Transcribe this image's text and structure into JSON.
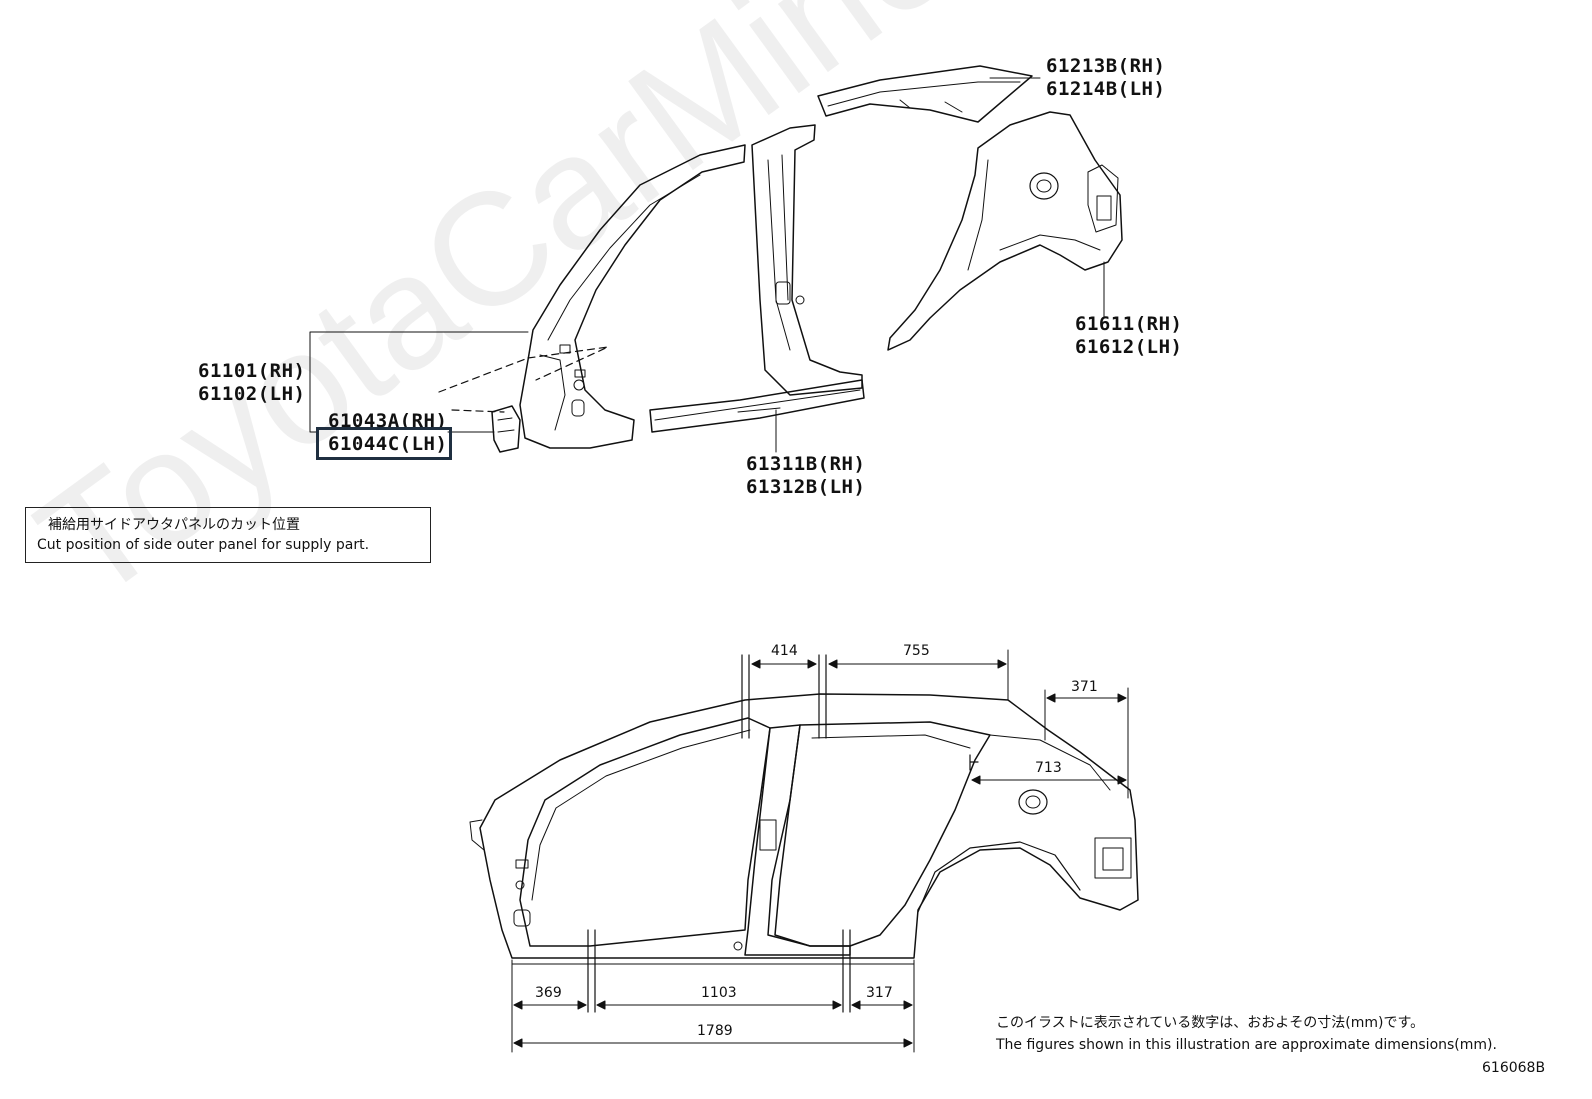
{
  "watermark": "ToyotaCarMine.ru",
  "top_diagram": {
    "labels": {
      "quarter_upper": [
        "61213B(RH)",
        "61214B(LH)"
      ],
      "quarter_panel": [
        "61611(RH)",
        "61612(LH)"
      ],
      "side_outer": [
        "61101(RH)",
        "61102(LH)"
      ],
      "reinforcement": [
        "61043A(RH)",
        "61044C(LH)"
      ],
      "rocker": [
        "61311B(RH)",
        "61312B(LH)"
      ]
    },
    "highlighted_part": "61044C(LH)",
    "cut_note": {
      "jp": "補給用サイドアウタパネルのカット位置",
      "en": "Cut position of side outer panel for supply part."
    }
  },
  "bottom_diagram": {
    "dimensions": {
      "d414": "414",
      "d755": "755",
      "d371": "371",
      "d713": "713",
      "d369": "369",
      "d1103": "1103",
      "d317": "317",
      "d1789": "1789"
    }
  },
  "footer": {
    "note_jp": "このイラストに表示されている数字は、おおよその寸法(mm)です。",
    "note_en": "The figures shown in this illustration are approximate dimensions(mm).",
    "figure_id": "616068B"
  }
}
